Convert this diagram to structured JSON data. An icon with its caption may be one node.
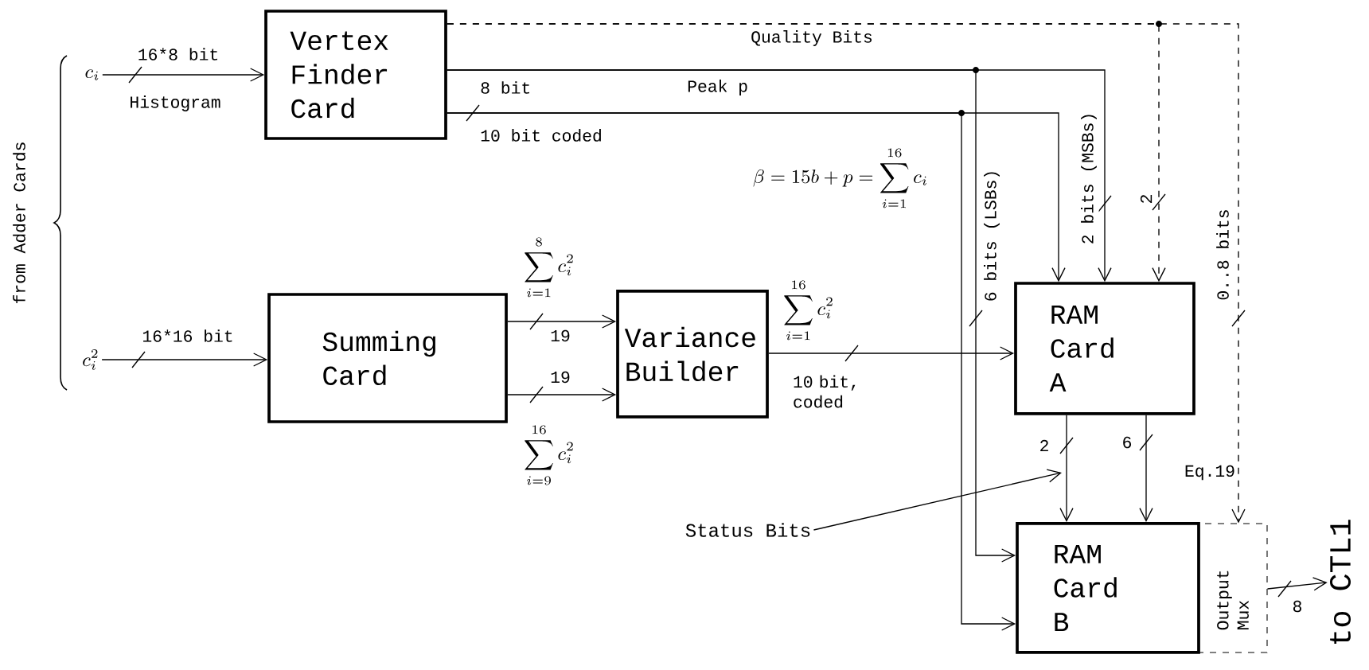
{
  "diagram": {
    "nodes": [
      {
        "text": [
          "c_i"
        ]
      },
      {
        "text": [
          "Vertex Finder Card"
        ]
      },
      {
        "text": [
          "c_i^2"
        ]
      },
      {
        "text": [
          "Summing Card"
        ]
      },
      {
        "text": [
          "Variance Builder"
        ]
      },
      {
        "text": [
          "RAM Card A"
        ]
      },
      {
        "text": [
          "RAM Card B"
        ]
      },
      {
        "text": [
          "Output Mux"
        ]
      },
      {
        "text": [
          "to CTL1"
        ]
      },
      {
        "text": [
          "Status Bits"
        ]
      }
    ],
    "edges": [
      {
        "from": 0,
        "to": 1,
        "arrow": "to",
        "label": "16*8 bit"
      },
      {
        "from": 2,
        "to": 3,
        "arrow": "to",
        "label": "16*16 bit"
      },
      {
        "from": 1,
        "to": 5,
        "arrow": "to",
        "label": "2 bits (MSBs)"
      },
      {
        "from": 1,
        "to": 6,
        "arrow": "to",
        "label": "6 bits (LSBs)"
      },
      {
        "from": 1,
        "to": 5,
        "arrow": "to"
      },
      {
        "from": 1,
        "to": 6,
        "arrow": "to"
      },
      {
        "from": 1,
        "to": 5,
        "arrow": "to",
        "style": "dashed",
        "label": "2"
      },
      {
        "from": 1,
        "to": 7,
        "arrow": "to",
        "style": "dashed",
        "label": "0..8 bits"
      },
      {
        "from": 3,
        "to": 4,
        "arrow": "to",
        "label": "19"
      },
      {
        "from": 3,
        "to": 4,
        "arrow": "to",
        "label": "19"
      },
      {
        "from": 4,
        "to": 5,
        "arrow": "to",
        "label": "10 bit, coded"
      },
      {
        "from": 5,
        "to": 6,
        "arrow": "to",
        "label": "2"
      },
      {
        "from": 5,
        "to": 6,
        "arrow": "to",
        "label": "6"
      },
      {
        "from": 7,
        "to": 8,
        "arrow": "to",
        "label": "8"
      },
      {
        "from": 9,
        "to": null,
        "arrow": "to"
      }
    ],
    "labels": [
      "from Adder Cards",
      "Histogram",
      "Quality Bits",
      "8 bit",
      "Peak p",
      "10 bit coded",
      "\\beta = 15b+p = \\sum_{i=1}^{16} c_i",
      "\\sum_{i=1}^{8} c_i^2",
      "\\sum_{i=9}^{16} c_i^2",
      "\\sum_{i=1}^{16} c_i^2",
      "Eq.19"
    ]
  }
}
